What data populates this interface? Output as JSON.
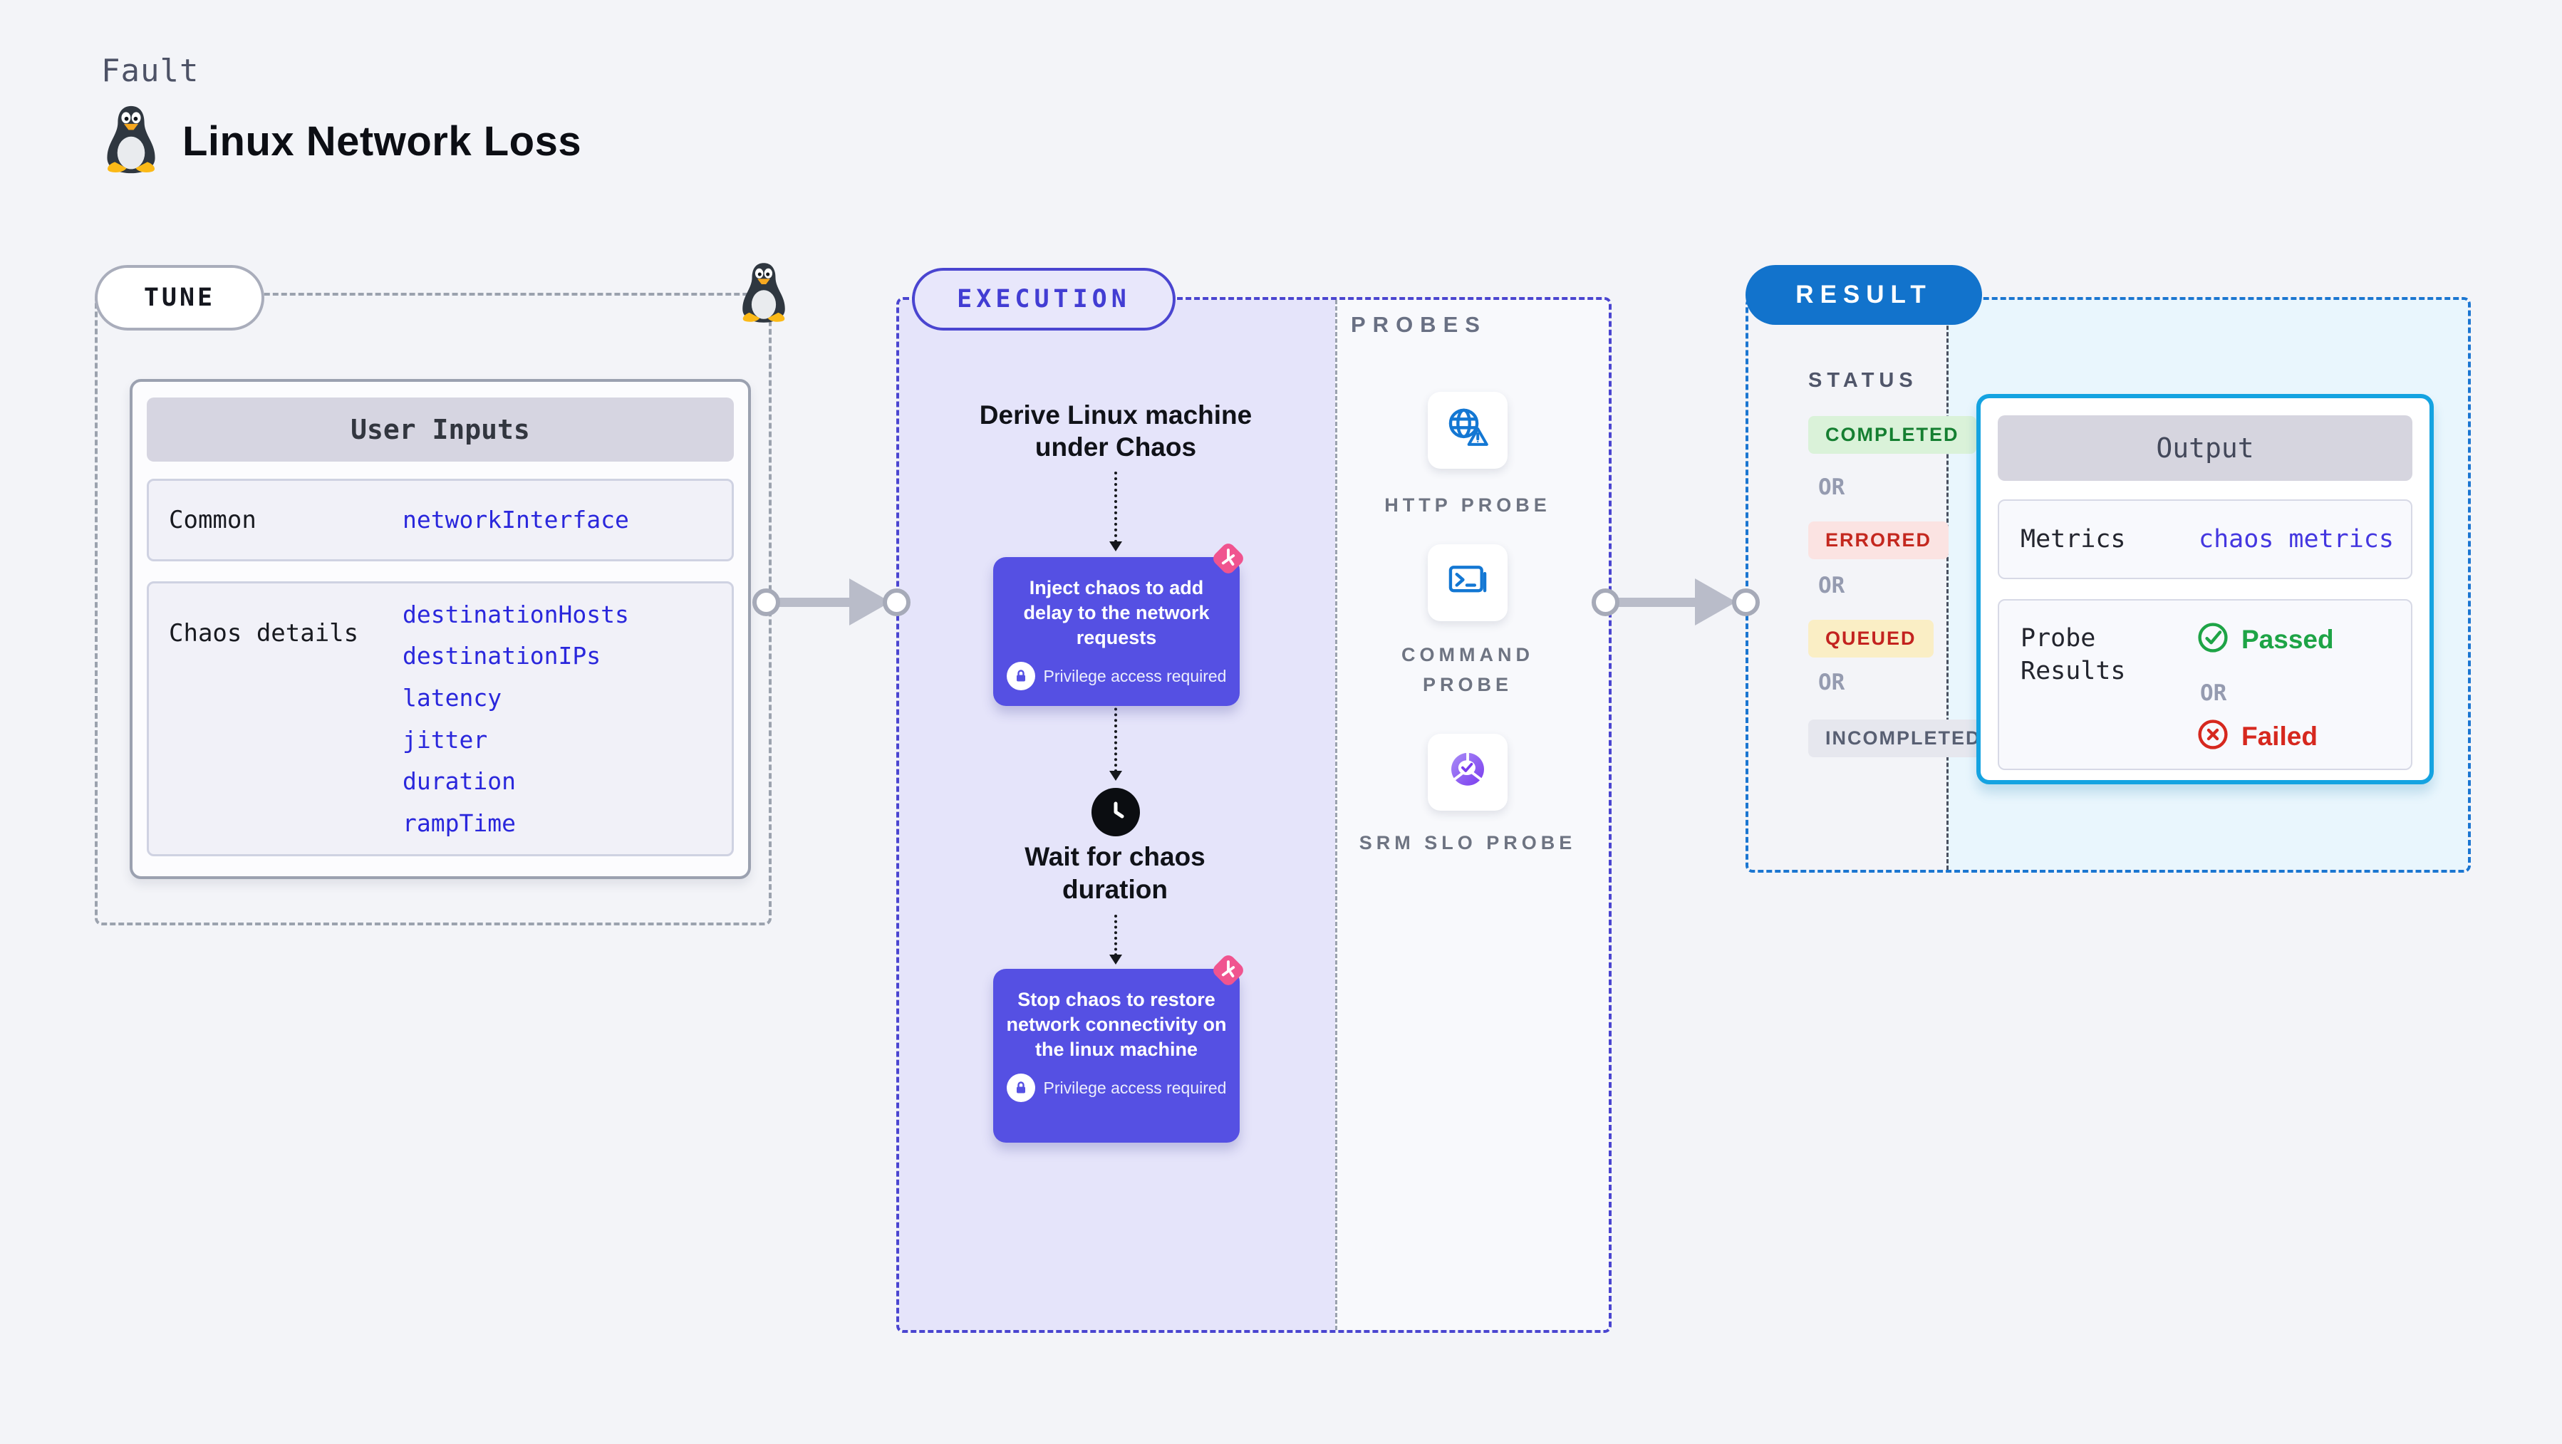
{
  "header": {
    "kicker": "Fault",
    "title": "Linux Network Loss",
    "title_icon": "tux-penguin-icon"
  },
  "tune": {
    "badge": "TUNE",
    "corner_icon": "tux-penguin-icon",
    "table": {
      "header": "User Inputs",
      "rows": [
        {
          "label": "Common",
          "values": [
            "networkInterface"
          ]
        },
        {
          "label": "Chaos details",
          "values": [
            "destinationHosts",
            "destinationIPs",
            "latency",
            "jitter",
            "duration",
            "rampTime"
          ]
        }
      ]
    }
  },
  "execution": {
    "badge": "EXECUTION",
    "flow": {
      "derive_label": "Derive Linux machine under Chaos",
      "inject_label": "Inject chaos to add delay to the network requests",
      "wait_label": "Wait for chaos duration",
      "stop_label": "Stop chaos to restore network connectivity on the linux machine",
      "privilege_label": "Privilege access required"
    }
  },
  "probes": {
    "label": "PROBES",
    "items": [
      {
        "label": "HTTP PROBE",
        "icon": "globe-alert-icon"
      },
      {
        "label": "COMMAND PROBE",
        "icon": "terminal-icon"
      },
      {
        "label": "SRM SLO PROBE",
        "icon": "slo-pie-check-icon"
      }
    ]
  },
  "result": {
    "badge": "RESULT",
    "status_heading": "STATUS",
    "statuses": [
      {
        "type": "badge",
        "variant": "completed",
        "label": "COMPLETED"
      },
      {
        "type": "or",
        "label": "OR"
      },
      {
        "type": "badge",
        "variant": "errored",
        "label": "ERRORED"
      },
      {
        "type": "or",
        "label": "OR"
      },
      {
        "type": "badge",
        "variant": "queued",
        "label": "QUEUED"
      },
      {
        "type": "or",
        "label": "OR"
      },
      {
        "type": "badge",
        "variant": "incompleted",
        "label": "INCOMPLETED"
      }
    ],
    "output": {
      "header": "Output",
      "metrics_label": "Metrics",
      "metrics_value": "chaos metrics",
      "probe_results_label": "Probe Results",
      "passed_label": "Passed",
      "or_label": "OR",
      "failed_label": "Failed"
    }
  },
  "colors": {
    "page_bg": "#f3f4f8",
    "indigo_accent": "#4a45d0",
    "indigo_step_bg": "#5550e3",
    "lavender_panel": "#e5e4fa",
    "result_blue": "#1273cc",
    "output_border_cyan": "#14a3e1",
    "output_panel_bg": "#e9f6fd",
    "code_blue": "#2a27dc",
    "probe_icon_blue": "#1377d3",
    "success_green": "#1ea446",
    "error_red": "#c4281f",
    "queued_yellow_bg": "#faeec5",
    "pink_decor": "#f0548f",
    "dash_gray": "#9ba2ae"
  }
}
